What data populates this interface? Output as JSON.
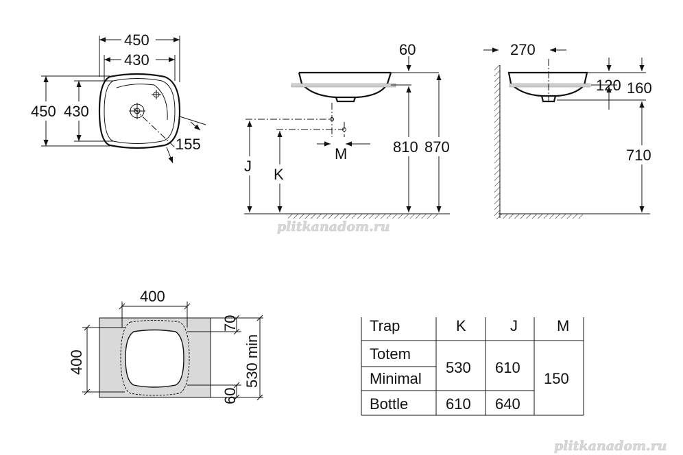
{
  "top_view": {
    "width_outer": "450",
    "width_inner": "430",
    "height_outer": "450",
    "height_inner": "430",
    "diagonal": "155"
  },
  "front_view": {
    "offset_60": "60",
    "dim_810": "810",
    "dim_870": "870",
    "label_j": "J",
    "label_k": "K",
    "label_m": "M"
  },
  "side_view": {
    "dim_270": "270",
    "dim_120": "120",
    "dim_160": "160",
    "dim_710": "710"
  },
  "cutout_view": {
    "width_400": "400",
    "height_400": "400",
    "top_70": "70",
    "bottom_60": "60",
    "total_530": "530 min"
  },
  "trap_table": {
    "headers": [
      "Trap",
      "K",
      "J",
      "M"
    ],
    "rows": [
      [
        "Totem",
        "530",
        "610",
        "150"
      ],
      [
        "Minimal",
        "",
        "",
        ""
      ],
      [
        "Bottle",
        "610",
        "640",
        ""
      ]
    ]
  },
  "watermarks": [
    "plitkanadom.ru",
    "plitkanadom.ru"
  ]
}
